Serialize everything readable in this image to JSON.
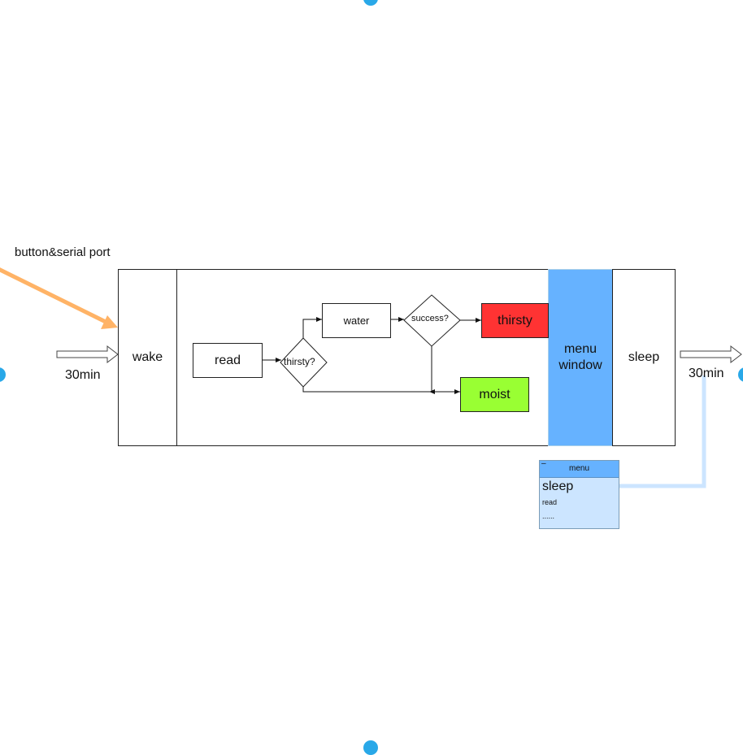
{
  "diagram": {
    "external_trigger": "button&serial port",
    "interval_in": "30min",
    "interval_out": "30min",
    "phases": {
      "wake": "wake",
      "menu_window": "menu\nwindow",
      "sleep": "sleep"
    },
    "nodes": {
      "read": "read",
      "thirsty_check": "thirsty?",
      "water": "water",
      "success_check": "success?",
      "thirsty_state": "thirsty",
      "moist_state": "moist"
    },
    "menu_popup": {
      "title": "menu",
      "minimize": "–",
      "items": [
        "sleep",
        "read",
        "......"
      ]
    },
    "colors": {
      "thirsty": "#ff3333",
      "moist": "#99ff33",
      "menu_window": "#66b2ff",
      "menu_title": "#66b2ff",
      "menu_body": "#cce5ff",
      "trigger_arrow": "#ffb366",
      "link_line": "#cce5ff",
      "handles": "#29a8e8"
    }
  }
}
